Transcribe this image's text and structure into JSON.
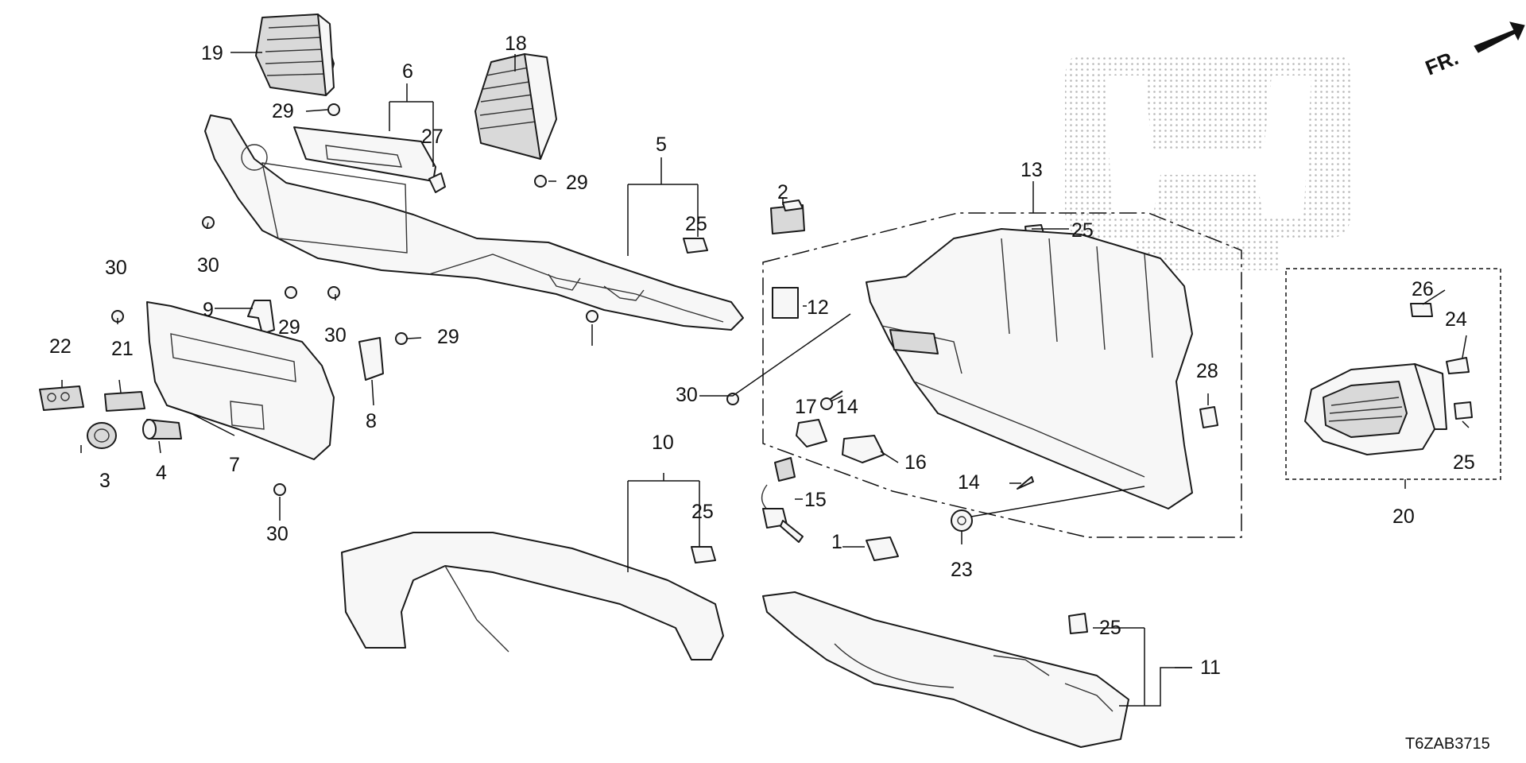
{
  "diagram": {
    "labels": [
      "19",
      "18",
      "6",
      "27",
      "29",
      "29",
      "5",
      "2",
      "25",
      "13",
      "25",
      "30",
      "30",
      "9",
      "29",
      "30",
      "29",
      "12",
      "26",
      "24",
      "22",
      "21",
      "30",
      "3",
      "4",
      "7",
      "8",
      "17",
      "14",
      "28",
      "16",
      "14",
      "15",
      "25",
      "10",
      "25",
      "30",
      "1",
      "23",
      "20",
      "25",
      "11"
    ],
    "drawing_code": "T6ZAB3715",
    "direction_mark": "FR."
  }
}
